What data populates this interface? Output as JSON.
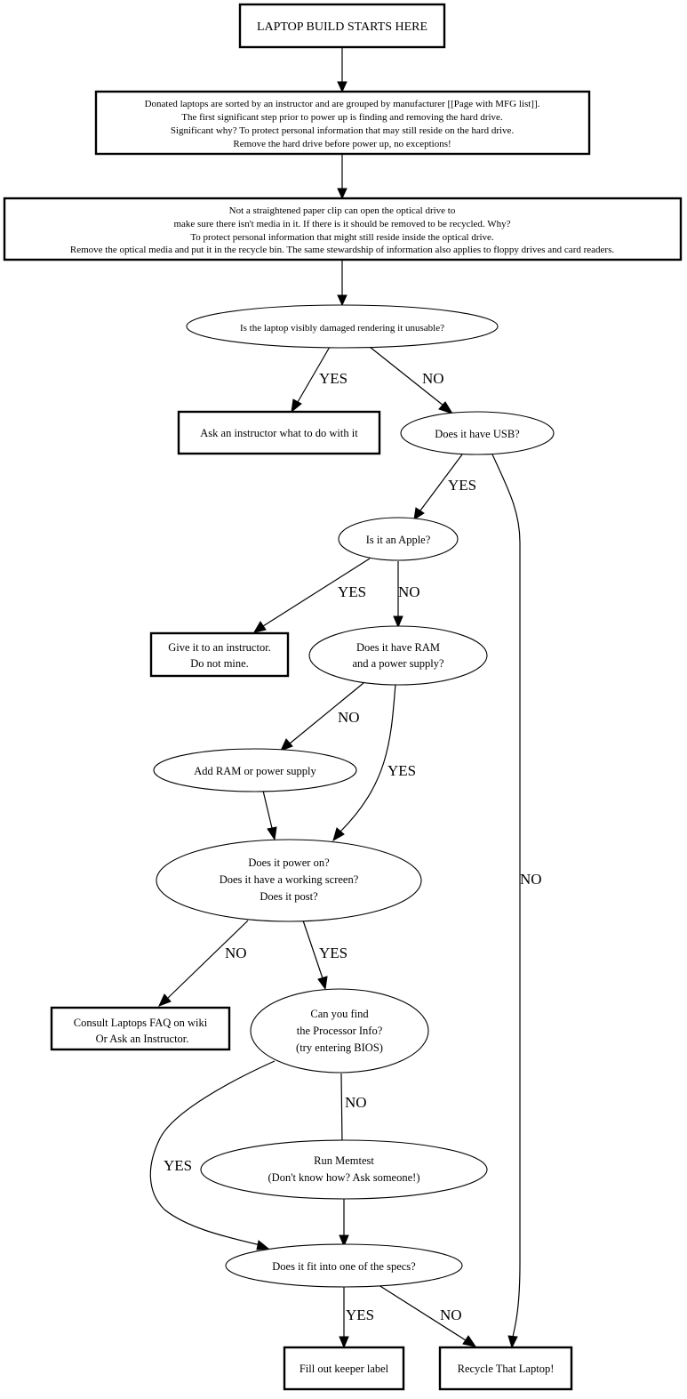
{
  "diagram": {
    "type": "flowchart",
    "nodes": {
      "start": {
        "shape": "box",
        "lines": [
          "LAPTOP BUILD STARTS HERE"
        ]
      },
      "sort": {
        "shape": "box",
        "lines": [
          "Donated laptops are sorted by an instructor and are grouped by manufacturer [[Page with MFG list]].",
          "The first significant step prior to power up is finding and removing the hard drive.",
          "Significant why? To protect personal information that may still reside on the hard drive.",
          "Remove the hard drive before power up, no exceptions!"
        ]
      },
      "optical": {
        "shape": "box",
        "lines": [
          "Not a straightened paper clip can open the optical drive to",
          "make sure there isn't media in it. If there is it should be removed to be recycled. Why?",
          "To protect personal information that might still reside inside the optical drive.",
          "Remove the optical media and put it in the recycle bin. The same stewardship of information also applies to floppy drives and card readers."
        ]
      },
      "damaged": {
        "shape": "ellipse",
        "lines": [
          "Is the laptop visibly damaged rendering it unusable?"
        ]
      },
      "ask_instructor": {
        "shape": "box",
        "lines": [
          "Ask an instructor what to do with it"
        ]
      },
      "usb": {
        "shape": "ellipse",
        "lines": [
          "Does it have USB?"
        ]
      },
      "apple": {
        "shape": "ellipse",
        "lines": [
          "Is it an Apple?"
        ]
      },
      "give_instructor": {
        "shape": "box",
        "lines": [
          "Give it to an instructor.",
          "Do not mine."
        ]
      },
      "ram_psu": {
        "shape": "ellipse",
        "lines": [
          "Does it have RAM",
          "and a power supply?"
        ]
      },
      "add_ram": {
        "shape": "ellipse",
        "lines": [
          "Add RAM or power supply"
        ]
      },
      "power_on": {
        "shape": "ellipse",
        "lines": [
          "Does it power on?",
          "Does it have a working screen?",
          "Does it post?"
        ]
      },
      "consult_faq": {
        "shape": "box",
        "lines": [
          "Consult Laptops FAQ on wiki",
          "Or Ask an Instructor."
        ]
      },
      "processor": {
        "shape": "ellipse",
        "lines": [
          "Can you find",
          "the Processor Info?",
          "(try entering BIOS)"
        ]
      },
      "memtest": {
        "shape": "ellipse",
        "lines": [
          "Run Memtest",
          "(Don't know how?  Ask someone!)"
        ]
      },
      "specs": {
        "shape": "ellipse",
        "lines": [
          "Does it fit into one of the specs?"
        ]
      },
      "keeper": {
        "shape": "box",
        "lines": [
          "Fill out keeper label"
        ]
      },
      "recycle": {
        "shape": "box",
        "lines": [
          "Recycle That Laptop!"
        ]
      }
    },
    "edges": [
      {
        "from": "start",
        "to": "sort",
        "label": ""
      },
      {
        "from": "sort",
        "to": "optical",
        "label": ""
      },
      {
        "from": "optical",
        "to": "damaged",
        "label": ""
      },
      {
        "from": "damaged",
        "to": "ask_instructor",
        "label": "YES"
      },
      {
        "from": "damaged",
        "to": "usb",
        "label": "NO"
      },
      {
        "from": "usb",
        "to": "apple",
        "label": "YES"
      },
      {
        "from": "usb",
        "to": "recycle",
        "label": "NO"
      },
      {
        "from": "apple",
        "to": "give_instructor",
        "label": "YES"
      },
      {
        "from": "apple",
        "to": "ram_psu",
        "label": "NO"
      },
      {
        "from": "ram_psu",
        "to": "add_ram",
        "label": "NO"
      },
      {
        "from": "ram_psu",
        "to": "power_on",
        "label": "YES"
      },
      {
        "from": "add_ram",
        "to": "power_on",
        "label": ""
      },
      {
        "from": "power_on",
        "to": "consult_faq",
        "label": "NO"
      },
      {
        "from": "power_on",
        "to": "processor",
        "label": "YES"
      },
      {
        "from": "processor",
        "to": "memtest",
        "label": "NO"
      },
      {
        "from": "processor",
        "to": "specs",
        "label": "YES"
      },
      {
        "from": "memtest",
        "to": "specs",
        "label": ""
      },
      {
        "from": "specs",
        "to": "keeper",
        "label": "YES"
      },
      {
        "from": "specs",
        "to": "recycle",
        "label": "NO"
      }
    ]
  }
}
